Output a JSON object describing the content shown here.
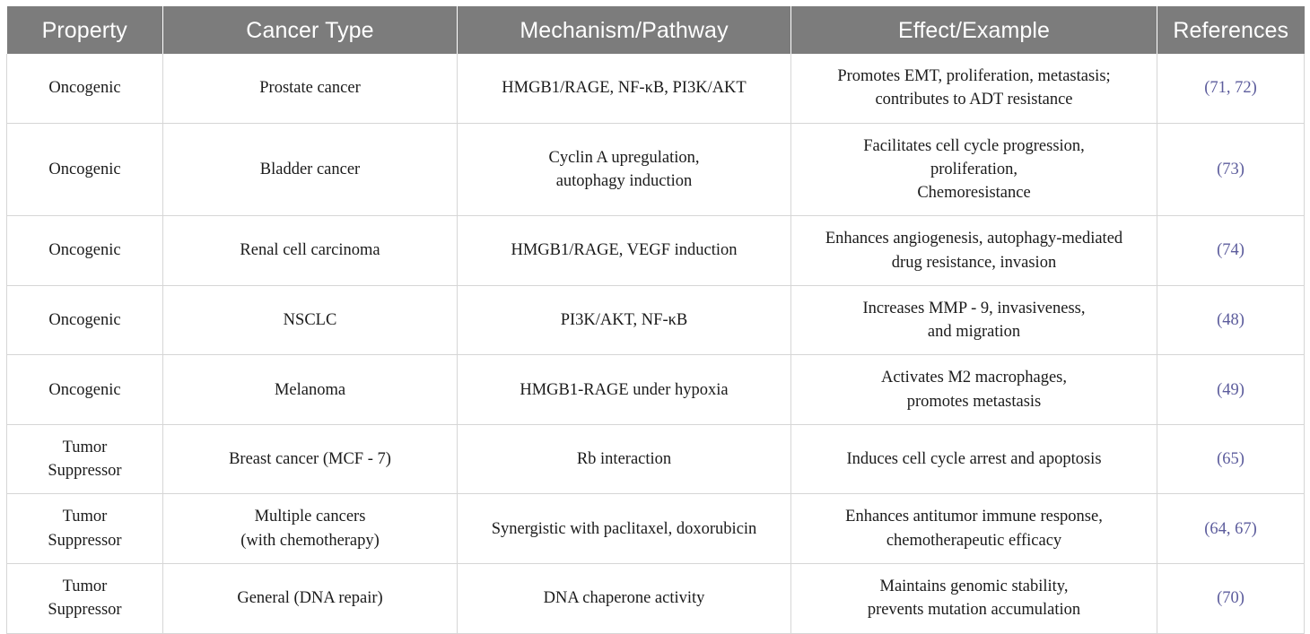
{
  "table": {
    "header": {
      "columns": [
        {
          "label": "Property"
        },
        {
          "label": "Cancer Type"
        },
        {
          "label": "Mechanism/Pathway"
        },
        {
          "label": "Effect/Example"
        },
        {
          "label": "References"
        }
      ]
    },
    "colors": {
      "header_background": "#7c7c7c",
      "header_text": "#ffffff",
      "body_text": "#1b1b1b",
      "reference_link": "#5c5c9c",
      "grid_line": "#d6d6d6",
      "cell_background": "#ffffff"
    },
    "rows": [
      {
        "property": "Oncogenic",
        "cancer_type": "Prostate cancer",
        "mechanism": "HMGB1/RAGE, NF-κB, PI3K/AKT",
        "effect": "Promotes EMT, proliferation, metastasis;\ncontributes to ADT resistance",
        "references": "(71, 72)"
      },
      {
        "property": "Oncogenic",
        "cancer_type": "Bladder cancer",
        "mechanism": "Cyclin A upregulation,\nautophagy induction",
        "effect": "Facilitates cell cycle progression,\nproliferation,\nChemoresistance",
        "references": "(73)"
      },
      {
        "property": "Oncogenic",
        "cancer_type": "Renal cell carcinoma",
        "mechanism": "HMGB1/RAGE, VEGF induction",
        "effect": "Enhances angiogenesis, autophagy-mediated\ndrug resistance, invasion",
        "references": "(74)"
      },
      {
        "property": "Oncogenic",
        "cancer_type": "NSCLC",
        "mechanism": "PI3K/AKT, NF-κB",
        "effect": "Increases MMP - 9, invasiveness,\nand migration",
        "references": "(48)"
      },
      {
        "property": "Oncogenic",
        "cancer_type": "Melanoma",
        "mechanism": "HMGB1-RAGE under hypoxia",
        "effect": "Activates M2 macrophages,\npromotes metastasis",
        "references": "(49)"
      },
      {
        "property": "Tumor\nSuppressor",
        "cancer_type": "Breast cancer (MCF - 7)",
        "mechanism": "Rb interaction",
        "effect": "Induces cell cycle arrest and apoptosis",
        "references": "(65)"
      },
      {
        "property": "Tumor\nSuppressor",
        "cancer_type": "Multiple cancers\n(with chemotherapy)",
        "mechanism": "Synergistic with paclitaxel, doxorubicin",
        "effect": "Enhances antitumor immune response,\nchemotherapeutic efficacy",
        "references": "(64, 67)"
      },
      {
        "property": "Tumor\nSuppressor",
        "cancer_type": "General (DNA repair)",
        "mechanism": "DNA chaperone activity",
        "effect": "Maintains genomic stability,\nprevents mutation accumulation",
        "references": "(70)"
      }
    ]
  }
}
